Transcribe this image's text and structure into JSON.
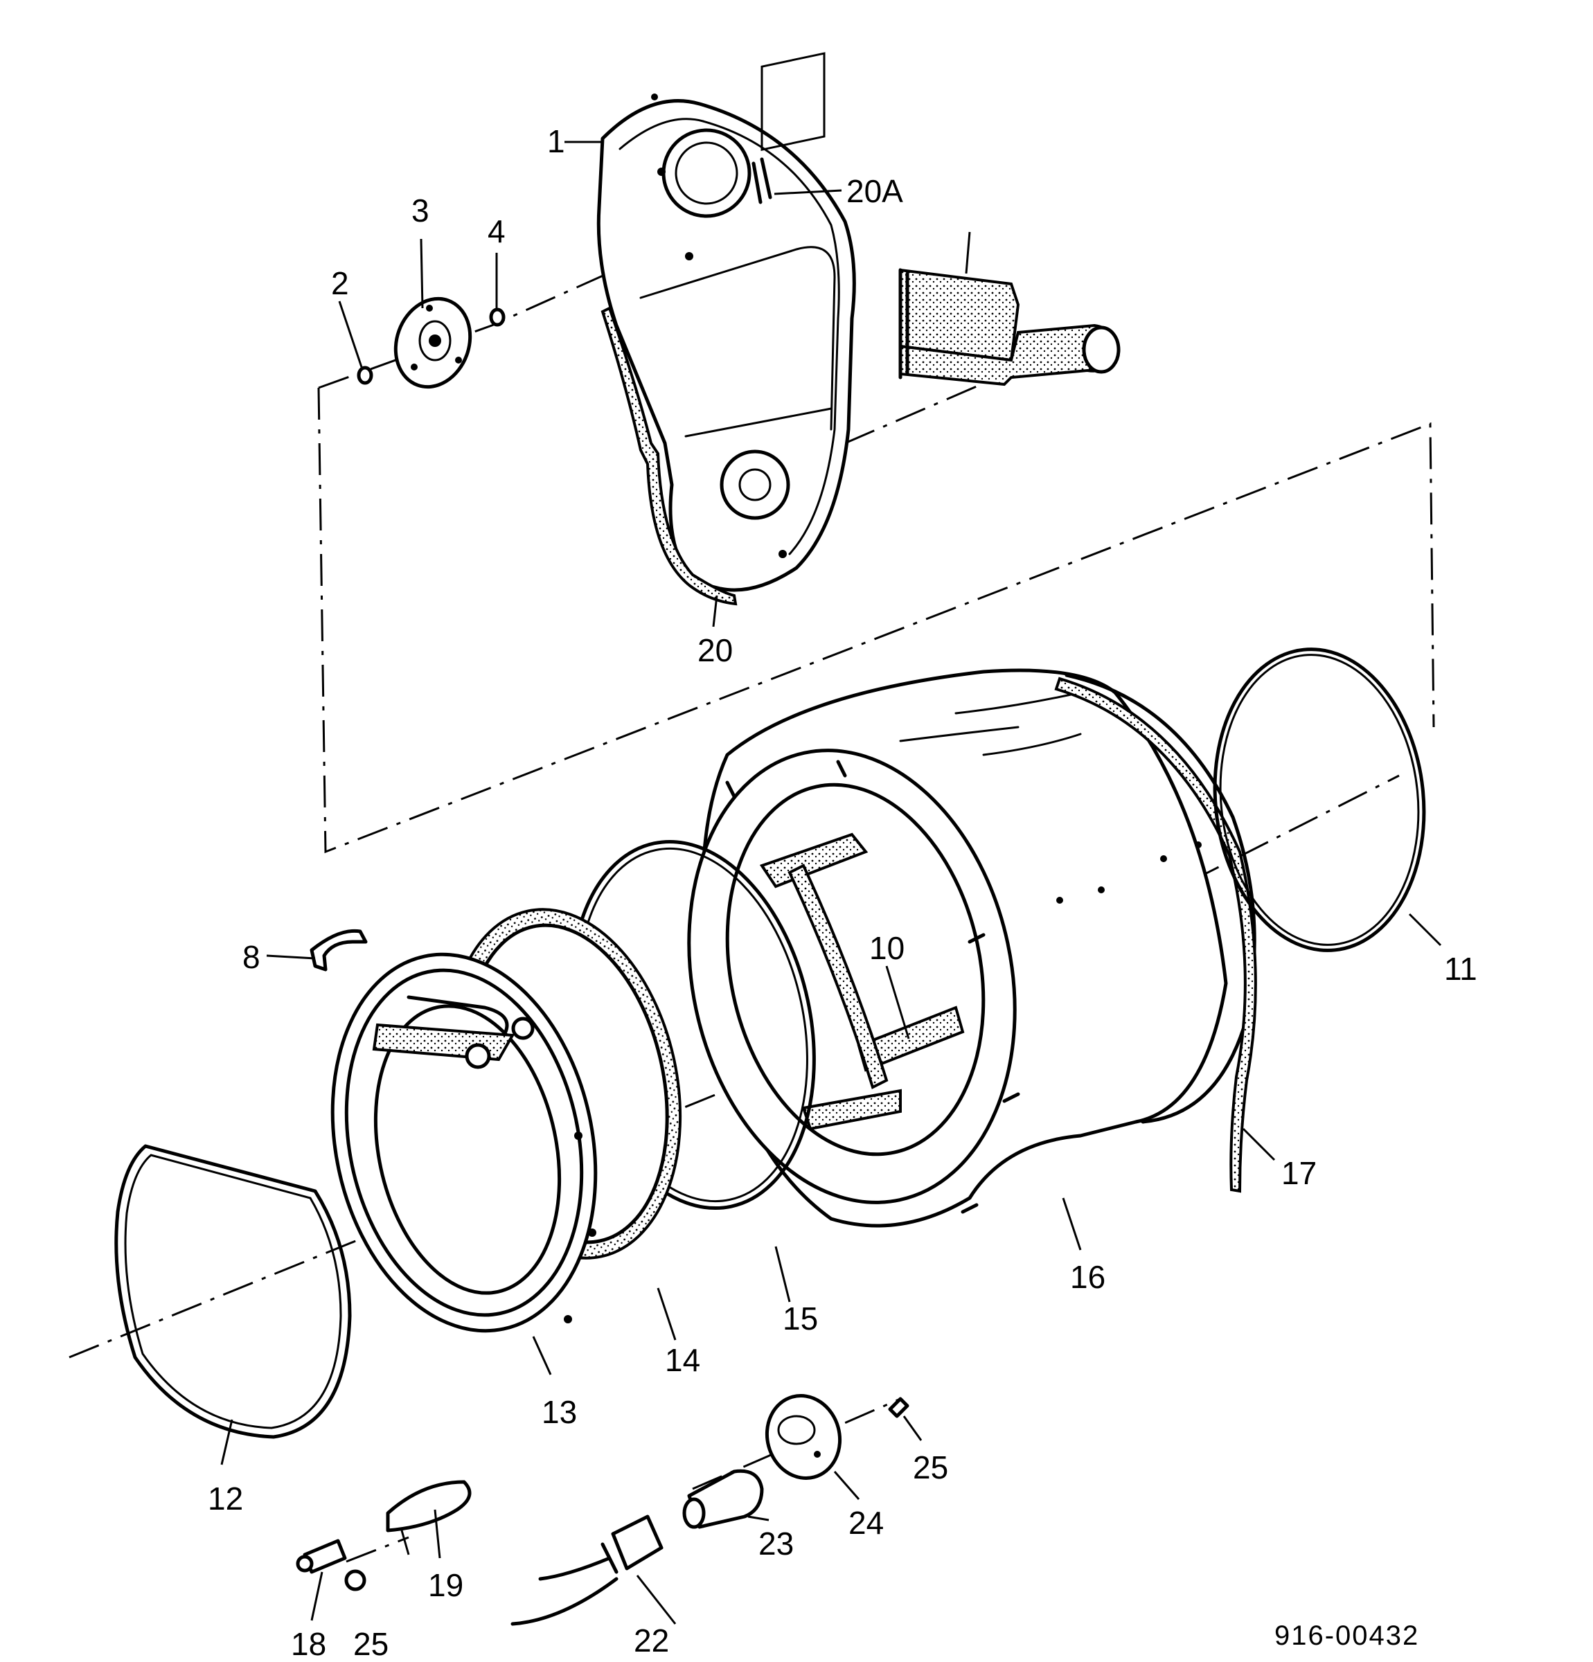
{
  "labels": {
    "p1": "1",
    "p2": "2",
    "p3": "3",
    "p4": "4",
    "p8": "8",
    "p10": "10",
    "p11": "11",
    "p12": "12",
    "p13": "13",
    "p14": "14",
    "p15": "15",
    "p16": "16",
    "p17": "17",
    "p18": "18",
    "p19": "19",
    "p20": "20",
    "p20a": "20A",
    "p22": "22",
    "p23": "23",
    "p24": "24",
    "p25a": "25",
    "p25b": "25"
  },
  "drawing_number": "916-00432"
}
